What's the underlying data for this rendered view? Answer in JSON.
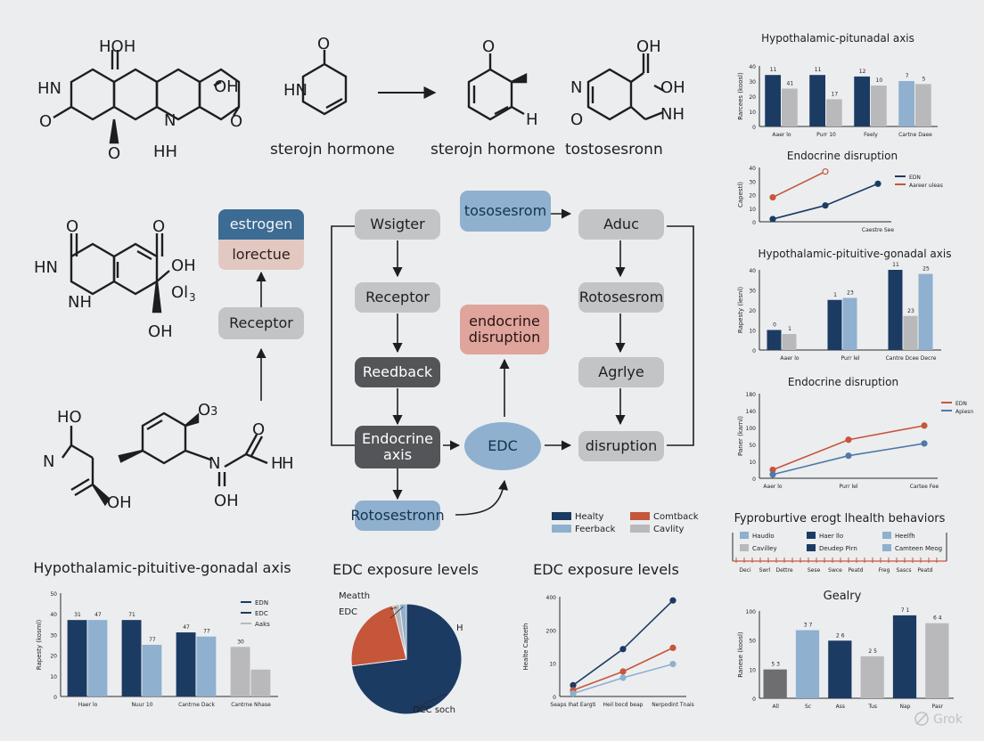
{
  "molecules": {
    "m1": {
      "l1": "HOH",
      "l2": "HN",
      "l3": "OH",
      "l4": "O",
      "l5": "O",
      "l6": "N",
      "l7": "O",
      "l8": "HH"
    },
    "m2": {
      "l1": "O",
      "l2": "HN"
    },
    "m3": {
      "l1": "O",
      "l2": "H"
    },
    "m4": {
      "l1": "OH",
      "l2": "N",
      "l3": "OH",
      "l4": "O",
      "l5": "NH"
    },
    "m5": {
      "l1": "O",
      "l2": "O",
      "l3": "HN",
      "l4": "OH",
      "l5": "NH",
      "l6": "Ol",
      "l7": "3",
      "l8": "OH"
    },
    "m6": {
      "l1": "HO",
      "l2": "N",
      "l3": "OH",
      "l4": "O",
      "l5": "3",
      "l6": "O",
      "l7": "N",
      "l8": "H",
      "l9": "H",
      "l10": "OH"
    },
    "captions": {
      "c1": "sterojn hormone",
      "c2": "sterojn hormone",
      "c3": "tostosesronn"
    }
  },
  "flow": {
    "estrogen": "estrogen",
    "lorectue": "lorectue",
    "receptor_left": "Receptor",
    "wsigter": "Wsigter",
    "receptor_mid": "Receptor",
    "reedback": "Reedback",
    "endocrine_axis": "Endocrine\naxis",
    "rotosestronn": "Rotosestronn",
    "tososesrom": "tososesrom",
    "endocrine_disruption": "endocrine\ndisruption",
    "edc": "EDC",
    "aduc": "Aduc",
    "rotosesrom": "Rotosesrom",
    "agrlye": "Agrlye",
    "disruption": "disruption"
  },
  "legend_center": {
    "items": [
      {
        "label": "Healty",
        "color": "#1b3b63"
      },
      {
        "label": "Comtback",
        "color": "#c5563a"
      },
      {
        "label": "Feerback",
        "color": "#8fb0cf"
      },
      {
        "label": "Cavlity",
        "color": "#b9b9bb"
      }
    ]
  },
  "chart_data": [
    {
      "type": "bar",
      "title": "Hypothalamic-pitunadal axis",
      "ylabel": "Rarcees (koosl)",
      "ylim": [
        0,
        40
      ],
      "yticks": [
        "0",
        "10",
        "20",
        "30",
        "40"
      ],
      "categories": [
        "Aaer lo",
        "Purr 10",
        "Feely",
        "Cartne Daee"
      ],
      "series": [
        {
          "values": [
            34,
            34,
            33,
            30
          ],
          "labels": [
            "11",
            "11",
            "12",
            "7"
          ],
          "colors": [
            "#1b3b63",
            "#1b3b63",
            "#1b3b63",
            "#8fb0cf"
          ]
        },
        {
          "values": [
            25,
            18,
            27,
            28
          ],
          "labels": [
            "41",
            "17",
            "10",
            "5"
          ],
          "colors": [
            "#b9b9bb",
            "#b9b9bb",
            "#b9b9bb",
            "#b9b9bb"
          ]
        }
      ]
    },
    {
      "type": "line",
      "title": "Endocrine disruption",
      "ylabel": "Capestl)",
      "ylim": [
        0,
        40
      ],
      "yticks": [
        "0",
        "10",
        "20",
        "30",
        "40"
      ],
      "categories": [
        "",
        "",
        "Caestre See"
      ],
      "series": [
        {
          "name": "EDN",
          "color": "#1b3b63",
          "points": [
            [
              0,
              2
            ],
            [
              1,
              12
            ],
            [
              2,
              28
            ]
          ]
        },
        {
          "name": "Aareer uleas",
          "color": "#c5563a",
          "points": [
            [
              0,
              18
            ],
            [
              1,
              37
            ]
          ]
        }
      ]
    },
    {
      "type": "bar",
      "title": "Hypothalamic-pituitive-gonadal axis",
      "ylabel": "Rapesty (lesnl)",
      "ylim": [
        0,
        40
      ],
      "yticks": [
        "0",
        "10",
        "20",
        "30",
        "40"
      ],
      "categories": [
        "Aaer lo",
        "Purr lel",
        "Cantre Dcee Decre"
      ],
      "series": [
        {
          "values": [
            10,
            25,
            40
          ],
          "labels": [
            "0",
            "1",
            "11"
          ],
          "colors": [
            "#1b3b63",
            "#1b3b63",
            "#1b3b63"
          ]
        },
        {
          "values": [
            8,
            26,
            17
          ],
          "labels": [
            "1",
            "23",
            "23"
          ],
          "colors": [
            "#b9b9bb",
            "#8fb0cf",
            "#b9b9bb"
          ]
        },
        {
          "values": [
            0,
            0,
            38
          ],
          "labels": [
            "",
            "",
            "25"
          ],
          "colors": [
            "#8fb0cf",
            "#8fb0cf",
            "#8fb0cf"
          ]
        }
      ]
    },
    {
      "type": "line",
      "title": "Endocrine disruption",
      "ylabel": "Paner (karnl)",
      "ylim": [
        0,
        180
      ],
      "yticks": [
        "0",
        "10",
        "50",
        "100",
        "140",
        "180"
      ],
      "categories": [
        "Aaer lo",
        "Purr lel",
        "Cartee Fee"
      ],
      "series": [
        {
          "name": "EDN",
          "color": "#c5563a",
          "points": [
            [
              0,
              18
            ],
            [
              1,
              82
            ],
            [
              2,
              112
            ]
          ]
        },
        {
          "name": "Apiesn",
          "color": "#4f79a8",
          "points": [
            [
              0,
              8
            ],
            [
              1,
              48
            ],
            [
              2,
              74
            ]
          ]
        }
      ]
    },
    {
      "type": "table",
      "title": "Fyproburtive erogt lhealth behaviors",
      "legend": [
        {
          "label": "Haudlo",
          "color": "#8fb0cf"
        },
        {
          "label": "Haer llo",
          "color": "#1b3b63"
        },
        {
          "label": "Heelfh",
          "color": "#8fb0cf"
        },
        {
          "label": "Cavilley",
          "color": "#b9b9bb"
        },
        {
          "label": "Deudep Pirn",
          "color": "#1b3b63"
        },
        {
          "label": "Camteen Meog",
          "color": "#8fb0cf"
        }
      ],
      "axis_labels": [
        "Deci",
        "Swrl",
        "Dettre",
        "Sese",
        "Swce",
        "Peatd",
        "Freg",
        "Sascs",
        "Peatd"
      ]
    },
    {
      "type": "bar",
      "title": "Gealry",
      "ylabel": "Ranese (koosl)",
      "ylim": [
        0,
        100
      ],
      "yticks": [
        "0",
        "10",
        "50",
        "100"
      ],
      "categories": [
        "All",
        "Sc",
        "Ass",
        "Tus",
        "Nap",
        "Pasr"
      ],
      "series": [
        {
          "values": [
            33,
            78,
            66,
            48,
            95,
            86
          ],
          "labels": [
            "5 3",
            "3 7",
            "2 6",
            "2 5",
            "7 1",
            "6 4"
          ],
          "colors": [
            "#6e6e70",
            "#8fb0cf",
            "#1b3b63",
            "#b9b9bb",
            "#1b3b63",
            "#b9b9bb"
          ]
        }
      ]
    },
    {
      "type": "bar",
      "title": "Hypothalamic-pituitive-gonadal axis",
      "ylabel": "Rapesty (kosml)",
      "ylim": [
        0,
        50
      ],
      "yticks": [
        "0",
        "10",
        "20",
        "30",
        "40",
        "50"
      ],
      "categories": [
        "Haer lo",
        "Nuur 10",
        "Cantrne Dack",
        "Cantrne Nhase"
      ],
      "series": [
        {
          "values": [
            37,
            37,
            31,
            24
          ],
          "labels": [
            "31",
            "71",
            "47",
            "30"
          ],
          "colors": [
            "#1b3b63",
            "#1b3b63",
            "#1b3b63",
            "#b9b9bb"
          ]
        },
        {
          "values": [
            37,
            25,
            29,
            13
          ],
          "labels": [
            "47",
            "77",
            "77",
            ""
          ],
          "colors": [
            "#8fb0cf",
            "#8fb0cf",
            "#8fb0cf",
            "#b9b9bb"
          ]
        }
      ],
      "legend": [
        {
          "name": "EDN",
          "color": "#1b3b63"
        },
        {
          "name": "EDC",
          "color": "#1b3b63"
        },
        {
          "name": "Aaks",
          "color": "#b9b9bb"
        }
      ]
    },
    {
      "type": "pie",
      "title": "EDC exposure levels",
      "slices": [
        {
          "label": "DCC soch",
          "value": 73,
          "color": "#1b3b63"
        },
        {
          "label": "H",
          "value": 23,
          "color": "#c5563a"
        },
        {
          "label": "Meatth",
          "value": 2,
          "color": "#b9b9bb"
        },
        {
          "label": "EDC",
          "value": 2,
          "color": "#8fb0cf"
        }
      ]
    },
    {
      "type": "line",
      "title": "EDC exposure levels",
      "ylabel": "Healte Capteth",
      "ylim": [
        0,
        400
      ],
      "yticks": [
        "0",
        "10",
        "200",
        "400"
      ],
      "categories": [
        "Seaps Ihat Eargti",
        "Heil bocd beap",
        "Nerpodint Tnais"
      ],
      "series": [
        {
          "color": "#1b3b63",
          "points": [
            [
              0,
              45
            ],
            [
              1,
              190
            ],
            [
              2,
              385
            ]
          ]
        },
        {
          "color": "#c5563a",
          "points": [
            [
              0,
              25
            ],
            [
              1,
              100
            ],
            [
              2,
              195
            ]
          ]
        },
        {
          "color": "#8fb0cf",
          "points": [
            [
              0,
              12
            ],
            [
              1,
              75
            ],
            [
              2,
              130
            ]
          ]
        }
      ]
    }
  ],
  "watermark": "Grok"
}
